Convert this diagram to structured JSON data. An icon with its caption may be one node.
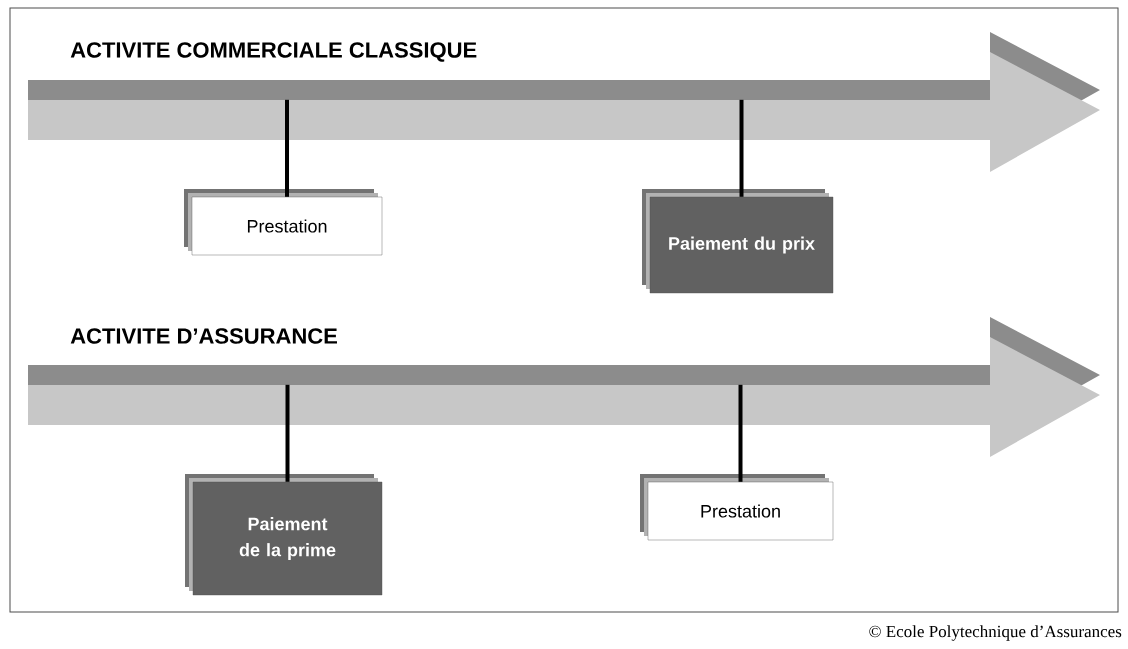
{
  "diagram": {
    "nodes": [
      {
        "text": [
          "ACTIVITE COMMERCIALE CLASSIQUE"
        ]
      },
      {
        "text": [
          "Prestation"
        ]
      },
      {
        "text": [
          "Paiement du prix"
        ]
      },
      {
        "text": [
          "ACTIVITE D’ASSURANCE"
        ]
      },
      {
        "text": [
          "Paiement de la prime"
        ]
      },
      {
        "text": [
          "Prestation"
        ]
      }
    ],
    "edges": [
      {
        "from": 0,
        "to": 1,
        "arrow": "none"
      },
      {
        "from": 0,
        "to": 2,
        "arrow": "none"
      },
      {
        "from": 3,
        "to": 4,
        "arrow": "none"
      },
      {
        "from": 3,
        "to": 5,
        "arrow": "none"
      }
    ],
    "labels": [
      "© Ecole Polytechnique d’Assurances"
    ]
  }
}
